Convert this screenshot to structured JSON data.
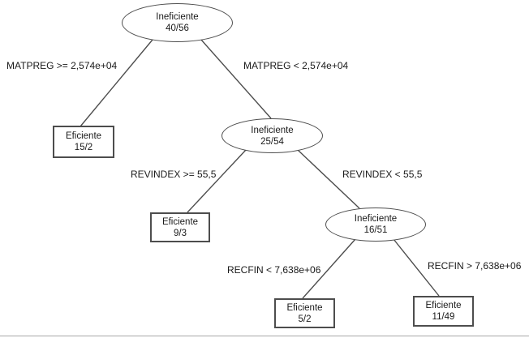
{
  "diagram": {
    "type": "decision-tree",
    "colors": {
      "stroke": "#4d4d4d",
      "text": "#1a1a1a",
      "background": "#ffffff"
    },
    "nodes": [
      {
        "id": "root",
        "shape": "ellipse",
        "label": "Ineficiente",
        "value": "40/56"
      },
      {
        "id": "leaf-1",
        "shape": "rect",
        "label": "Eficiente",
        "value": "15/2"
      },
      {
        "id": "node-2",
        "shape": "ellipse",
        "label": "Ineficiente",
        "value": "25/54"
      },
      {
        "id": "leaf-2",
        "shape": "rect",
        "label": "Eficiente",
        "value": "9/3"
      },
      {
        "id": "node-3",
        "shape": "ellipse",
        "label": "Ineficiente",
        "value": "16/51"
      },
      {
        "id": "leaf-3",
        "shape": "rect",
        "label": "Eficiente",
        "value": "5/2"
      },
      {
        "id": "leaf-4",
        "shape": "rect",
        "label": "Eficiente",
        "value": "11/49"
      }
    ],
    "edges": [
      {
        "from": "root",
        "to": "leaf-1",
        "label": "MATPREG >= 2,574e+04"
      },
      {
        "from": "root",
        "to": "node-2",
        "label": "MATPREG < 2,574e+04"
      },
      {
        "from": "node-2",
        "to": "leaf-2",
        "label": "REVINDEX >= 55,5"
      },
      {
        "from": "node-2",
        "to": "node-3",
        "label": "REVINDEX < 55,5"
      },
      {
        "from": "node-3",
        "to": "leaf-3",
        "label": "RECFIN < 7,638e+06"
      },
      {
        "from": "node-3",
        "to": "leaf-4",
        "label": "RECFIN > 7,638e+06"
      }
    ]
  }
}
